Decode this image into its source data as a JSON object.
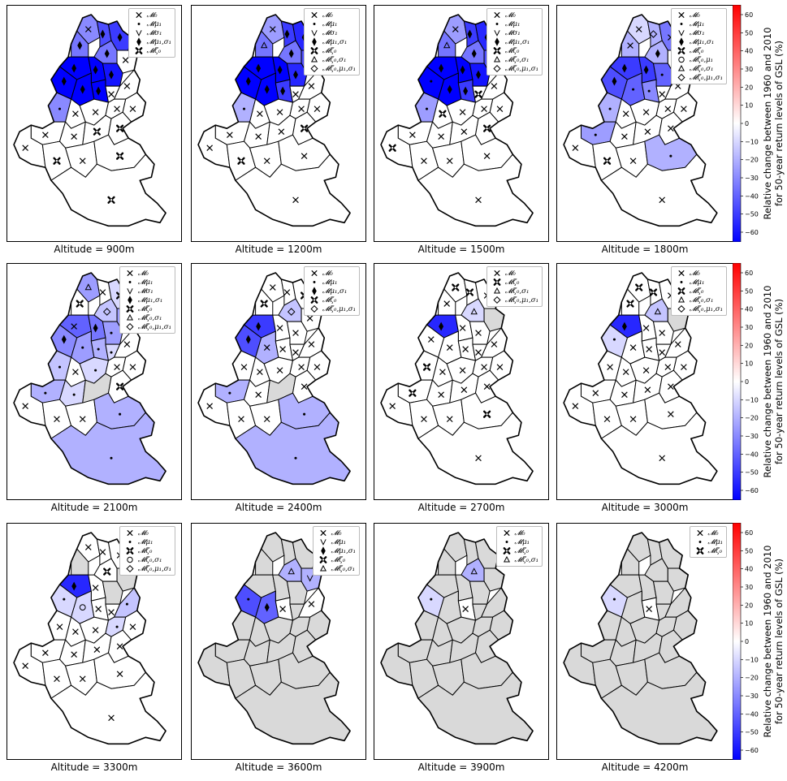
{
  "colors": {
    "negative": "#0000ff",
    "zero": "#ffffff",
    "positive": "#ff0000",
    "no_data": "#d9d9d9"
  },
  "colorbar": {
    "label_line1": "Relative change between 1960 and 2010",
    "label_line2": "for 50-year return levels of GSL (%)",
    "ticks": [
      "60",
      "50",
      "40",
      "30",
      "20",
      "10",
      "0",
      "−10",
      "−20",
      "−30",
      "−40",
      "−50",
      "−60"
    ]
  },
  "panels": [
    {
      "caption": "Altitude = 900m",
      "legend": [
        {
          "icon": "cross",
          "label": "𝓜₀"
        },
        {
          "icon": "dot",
          "label": "𝓜μ₁"
        },
        {
          "icon": "vee",
          "label": "𝓜σ₁"
        },
        {
          "icon": "diamond",
          "label": "𝓜μ₁,σ₁"
        },
        {
          "icon": "clover",
          "label": "𝓜ζ₀"
        }
      ]
    },
    {
      "caption": "Altitude = 1200m",
      "legend": [
        {
          "icon": "cross",
          "label": "𝓜₀"
        },
        {
          "icon": "dot",
          "label": "𝓜μ₁"
        },
        {
          "icon": "vee",
          "label": "𝓜σ₁"
        },
        {
          "icon": "diamond",
          "label": "𝓜μ₁,σ₁"
        },
        {
          "icon": "clover",
          "label": "𝓜ζ₀"
        },
        {
          "icon": "triangle",
          "label": "𝓜ζ₀,σ₁"
        },
        {
          "icon": "bigdiamond",
          "label": "𝓜ζ₀,μ₁,σ₁"
        }
      ]
    },
    {
      "caption": "Altitude = 1500m",
      "legend": [
        {
          "icon": "cross",
          "label": "𝓜₀"
        },
        {
          "icon": "dot",
          "label": "𝓜μ₁"
        },
        {
          "icon": "vee",
          "label": "𝓜σ₁"
        },
        {
          "icon": "diamond",
          "label": "𝓜μ₁,σ₁"
        },
        {
          "icon": "clover",
          "label": "𝓜ζ₀"
        },
        {
          "icon": "triangle",
          "label": "𝓜ζ₀,σ₁"
        },
        {
          "icon": "bigdiamond",
          "label": "𝓜ζ₀,μ₁,σ₁"
        }
      ]
    },
    {
      "caption": "Altitude = 1800m",
      "legend": [
        {
          "icon": "cross",
          "label": "𝓜₀"
        },
        {
          "icon": "dot",
          "label": "𝓜μ₁"
        },
        {
          "icon": "vee",
          "label": "𝓜σ₁"
        },
        {
          "icon": "diamond",
          "label": "𝓜μ₁,σ₁"
        },
        {
          "icon": "clover",
          "label": "𝓜ζ₀"
        },
        {
          "icon": "circle",
          "label": "𝓜ζ₀,μ₁"
        },
        {
          "icon": "triangle",
          "label": "𝓜ζ₀,σ₁"
        },
        {
          "icon": "bigdiamond",
          "label": "𝓜ζ₀,μ₁,σ₁"
        }
      ]
    },
    {
      "caption": "Altitude = 2100m",
      "legend": [
        {
          "icon": "cross",
          "label": "𝓜₀"
        },
        {
          "icon": "dot",
          "label": "𝓜μ₁"
        },
        {
          "icon": "vee",
          "label": "𝓜σ₁"
        },
        {
          "icon": "diamond",
          "label": "𝓜μ₁,σ₁"
        },
        {
          "icon": "clover",
          "label": "𝓜ζ₀"
        },
        {
          "icon": "triangle",
          "label": "𝓜ζ₀,σ₁"
        },
        {
          "icon": "bigdiamond",
          "label": "𝓜ζ₀,μ₁,σ₁"
        }
      ]
    },
    {
      "caption": "Altitude = 2400m",
      "legend": [
        {
          "icon": "cross",
          "label": "𝓜₀"
        },
        {
          "icon": "dot",
          "label": "𝓜μ₁"
        },
        {
          "icon": "diamond",
          "label": "𝓜μ₁,σ₁"
        },
        {
          "icon": "clover",
          "label": "𝓜ζ₀"
        },
        {
          "icon": "bigdiamond",
          "label": "𝓜ζ₀,μ₁,σ₁"
        }
      ]
    },
    {
      "caption": "Altitude = 2700m",
      "legend": [
        {
          "icon": "cross",
          "label": "𝓜₀"
        },
        {
          "icon": "clover",
          "label": "𝓜ζ₀"
        },
        {
          "icon": "triangle",
          "label": "𝓜ζ₀,σ₁"
        },
        {
          "icon": "bigdiamond",
          "label": "𝓜ζ₀,μ₁,σ₁"
        }
      ]
    },
    {
      "caption": "Altitude = 3000m",
      "legend": [
        {
          "icon": "cross",
          "label": "𝓜₀"
        },
        {
          "icon": "dot",
          "label": "𝓜μ₁"
        },
        {
          "icon": "clover",
          "label": "𝓜ζ₀"
        },
        {
          "icon": "triangle",
          "label": "𝓜ζ₀,σ₁"
        },
        {
          "icon": "bigdiamond",
          "label": "𝓜ζ₀,μ₁,σ₁"
        }
      ]
    },
    {
      "caption": "Altitude = 3300m",
      "legend": [
        {
          "icon": "cross",
          "label": "𝓜₀"
        },
        {
          "icon": "dot",
          "label": "𝓜μ₁"
        },
        {
          "icon": "clover",
          "label": "𝓜ζ₀"
        },
        {
          "icon": "circle",
          "label": "𝓜ζ₀,σ₁"
        },
        {
          "icon": "bigdiamond",
          "label": "𝓜ζ₀,μ₁,σ₁"
        }
      ]
    },
    {
      "caption": "Altitude = 3600m",
      "legend": [
        {
          "icon": "cross",
          "label": "𝓜₀"
        },
        {
          "icon": "vee",
          "label": "𝓜μ₁"
        },
        {
          "icon": "diamond",
          "label": "𝓜μ₁,σ₁"
        },
        {
          "icon": "clover",
          "label": "𝓜ζ₀"
        },
        {
          "icon": "triangle",
          "label": "𝓜ζ₀,σ₁"
        }
      ]
    },
    {
      "caption": "Altitude = 3900m",
      "legend": [
        {
          "icon": "cross",
          "label": "𝓜₀"
        },
        {
          "icon": "dot",
          "label": "𝓜μ₁"
        },
        {
          "icon": "clover",
          "label": "𝓜ζ₀"
        },
        {
          "icon": "triangle",
          "label": "𝓜ζ₀,σ₁"
        }
      ]
    },
    {
      "caption": "Altitude = 4200m",
      "legend": [
        {
          "icon": "cross",
          "label": "𝓜₀"
        },
        {
          "icon": "dot",
          "label": "𝓜μ₁"
        },
        {
          "icon": "clover",
          "label": "𝓜ζ₀"
        }
      ]
    }
  ],
  "regions": [
    {
      "id": "A",
      "markers": [
        "cross",
        "cross",
        "cross",
        "cross",
        "triangle",
        "cross",
        "clover",
        "clover",
        "cross",
        "",
        "",
        ""
      ],
      "values": [
        -30,
        -25,
        -25,
        -10,
        -25,
        0,
        0,
        0,
        0,
        "na",
        "na",
        "na"
      ]
    },
    {
      "id": "B",
      "markers": [
        "diamond",
        "diamond",
        "diamond",
        "bigdiamond",
        "cross",
        "cross",
        "clover",
        "clover",
        "cross",
        "",
        "",
        ""
      ],
      "values": [
        -45,
        -50,
        -50,
        -20,
        0,
        0,
        0,
        0,
        0,
        "na",
        "na",
        "na"
      ]
    },
    {
      "id": "C",
      "markers": [
        "diamond",
        "diamond",
        "diamond",
        "cross",
        "clover",
        "clover",
        "cross",
        "cross",
        "cross",
        "",
        "",
        ""
      ],
      "values": [
        -50,
        -55,
        -55,
        -35,
        -10,
        0,
        0,
        0,
        0,
        "na",
        "na",
        "na"
      ]
    },
    {
      "id": "D",
      "markers": [
        "diamond",
        "triangle",
        "triangle",
        "cross",
        "clover",
        "clover",
        "cross",
        "clover",
        "",
        "",
        "",
        ""
      ],
      "values": [
        -35,
        -35,
        -35,
        -20,
        0,
        0,
        0,
        0,
        "na",
        "na",
        "na",
        "na"
      ]
    },
    {
      "id": "E",
      "markers": [
        "diamond",
        "diamond",
        "diamond",
        "diamond",
        "bigdiamond",
        "bigdiamond",
        "triangle",
        "triangle",
        "clover",
        "triangle",
        "triangle",
        ""
      ],
      "values": [
        -35,
        -35,
        -35,
        -20,
        -15,
        -15,
        -10,
        -15,
        0,
        -20,
        -20,
        "na"
      ]
    },
    {
      "id": "F",
      "markers": [
        "cross",
        "diamond",
        "diamond",
        "cross",
        "vee",
        "cross",
        "",
        "",
        "",
        "vee",
        "",
        ""
      ],
      "values": [
        0,
        -45,
        -45,
        0,
        -25,
        0,
        "na",
        "na",
        "na",
        "-20",
        "na",
        "na"
      ]
    },
    {
      "id": "G",
      "markers": [
        "diamond",
        "diamond",
        "diamond",
        "diamond",
        "cross",
        "diamond",
        "diamond",
        "diamond",
        "diamond",
        "",
        "",
        ""
      ],
      "values": [
        -75,
        -70,
        -70,
        -50,
        -40,
        -50,
        -55,
        -55,
        -55,
        "na",
        "na",
        "na"
      ]
    },
    {
      "id": "H",
      "markers": [
        "diamond",
        "diamond",
        "diamond",
        "diamond",
        "diamond",
        "cross",
        "cross",
        "cross",
        "cross",
        "",
        "",
        ""
      ],
      "values": [
        -70,
        -70,
        -70,
        -50,
        -35,
        0,
        0,
        0,
        0,
        "na",
        "na",
        "na"
      ]
    },
    {
      "id": "I",
      "markers": [
        "diamond",
        "diamond",
        "diamond",
        "dot",
        "dot",
        "cross",
        "cross",
        "cross",
        "",
        "",
        "",
        ""
      ],
      "values": [
        -60,
        -55,
        -60,
        -40,
        -25,
        0,
        0,
        0,
        "na",
        "na",
        "na",
        "na"
      ]
    },
    {
      "id": "J",
      "markers": [
        "diamond",
        "diamond",
        "dot",
        "diamond",
        "diamond",
        "diamond",
        "cross",
        "dot",
        "dot",
        "dot",
        "dot",
        "dot"
      ],
      "values": [
        -70,
        -65,
        -65,
        -45,
        -30,
        -45,
        0,
        -10,
        -10,
        -45,
        -10,
        -10
      ]
    },
    {
      "id": "K",
      "markers": [
        "diamond",
        "diamond",
        "diamond",
        "dot",
        "dot",
        "cross",
        "cross",
        "cross",
        "circle",
        "diamond",
        "",
        ""
      ],
      "values": [
        -70,
        -65,
        -65,
        -40,
        -25,
        -20,
        0,
        0,
        -10,
        -40,
        "na",
        "na"
      ]
    },
    {
      "id": "L",
      "markers": [
        "diamond",
        "diamond",
        "diamond",
        "dot",
        "dot",
        "cross",
        "cross",
        "cross",
        "cross",
        "cross",
        "cross",
        "cross"
      ],
      "values": [
        -65,
        -50,
        -50,
        -30,
        -20,
        0,
        0,
        0,
        0,
        0,
        0,
        0
      ]
    },
    {
      "id": "M",
      "markers": [
        "cross",
        "cross",
        "cross",
        "cross",
        "cross",
        "cross",
        "cross",
        "cross",
        "dot",
        "cross",
        "",
        ""
      ],
      "values": [
        0,
        0,
        0,
        0,
        0,
        0,
        0,
        0,
        -15,
        0,
        "na",
        "na"
      ]
    },
    {
      "id": "N",
      "markers": [
        "cross",
        "cross",
        "clover",
        "cross",
        "dot",
        "cross",
        "cross",
        "cross",
        "cross",
        "",
        "",
        ""
      ],
      "values": [
        0,
        0,
        0,
        0,
        -10,
        0,
        0,
        0,
        0,
        "na",
        "na",
        "na"
      ]
    },
    {
      "id": "O",
      "markers": [
        "cross",
        "cross",
        "cross",
        "cross",
        "cross",
        "cross",
        "cross",
        "cross",
        "cross",
        "",
        "",
        ""
      ],
      "values": [
        0,
        0,
        0,
        0,
        0,
        0,
        0,
        0,
        0,
        "na",
        "na",
        "na"
      ]
    },
    {
      "id": "P",
      "markers": [
        "dot",
        "dot",
        "dot",
        "dot",
        "dot",
        "cross",
        "clover",
        "cross",
        "cross",
        "",
        "",
        ""
      ],
      "values": [
        -30,
        -20,
        -25,
        -20,
        -15,
        0,
        0,
        0,
        0,
        "na",
        "na",
        "na"
      ]
    },
    {
      "id": "Q",
      "markers": [
        "cross",
        "cross",
        "clover",
        "cross",
        "cross",
        "cross",
        "cross",
        "cross",
        "cross",
        "",
        "",
        ""
      ],
      "values": [
        0,
        0,
        0,
        0,
        0,
        0,
        0,
        0,
        0,
        "na",
        "na",
        "na"
      ]
    },
    {
      "id": "R",
      "markers": [
        "cross",
        "cross",
        "cross",
        "cross",
        "dot",
        "cross",
        "cross",
        "cross",
        "cross",
        "",
        "",
        ""
      ],
      "values": [
        0,
        0,
        0,
        0,
        -10,
        0,
        0,
        0,
        0,
        "na",
        "na",
        "na"
      ]
    },
    {
      "id": "S",
      "markers": [
        "cross",
        "cross",
        "cross",
        "cross",
        "cross",
        "cross",
        "cross",
        "cross",
        "dot",
        "",
        "",
        ""
      ],
      "values": [
        0,
        0,
        0,
        0,
        0,
        0,
        0,
        0,
        -10,
        "na",
        "na",
        "na"
      ]
    },
    {
      "id": "T",
      "markers": [
        "cross",
        "cross",
        "cross",
        "dot",
        "dot",
        "dot",
        "clover",
        "cross",
        "cross",
        "",
        "",
        ""
      ],
      "values": [
        0,
        0,
        0,
        -25,
        -20,
        -20,
        0,
        0,
        0,
        "na",
        "na",
        "na"
      ]
    },
    {
      "id": "U",
      "markers": [
        "cross",
        "cross",
        "cross",
        "cross",
        "dot",
        "cross",
        "cross",
        "cross",
        "cross",
        "",
        "",
        ""
      ],
      "values": [
        0,
        0,
        0,
        0,
        -10,
        0,
        0,
        0,
        0,
        "na",
        "na",
        "na"
      ]
    },
    {
      "id": "V",
      "markers": [
        "clover",
        "cross",
        "cross",
        "cross",
        "",
        "",
        "cross",
        "cross",
        "cross",
        "",
        "",
        ""
      ],
      "values": [
        0,
        0,
        0,
        0,
        "na",
        "na",
        0,
        0,
        0,
        "na",
        "na",
        "na"
      ]
    },
    {
      "id": "W",
      "markers": [
        "clover",
        "clover",
        "clover",
        "cross",
        "clover",
        "cross",
        "cross",
        "cross",
        "cross",
        "",
        "",
        ""
      ],
      "values": [
        0,
        0,
        0,
        0,
        0,
        0,
        0,
        0,
        0,
        "na",
        "na",
        "na"
      ]
    },
    {
      "id": "X",
      "markers": [
        "cross",
        "cross",
        "clover",
        "cross",
        "cross",
        "cross",
        "cross",
        "cross",
        "cross",
        "",
        "",
        ""
      ],
      "values": [
        0,
        0,
        0,
        0,
        0,
        0,
        0,
        0,
        0,
        "na",
        "na",
        "na"
      ]
    },
    {
      "id": "Y",
      "markers": [
        "clover",
        "clover",
        "cross",
        "clover",
        "cross",
        "cross",
        "cross",
        "cross",
        "cross",
        "",
        "",
        ""
      ],
      "values": [
        0,
        0,
        0,
        0,
        0,
        0,
        0,
        0,
        0,
        "na",
        "na",
        "na"
      ]
    },
    {
      "id": "Z",
      "markers": [
        "cross",
        "cross",
        "cross",
        "cross",
        "cross",
        "cross",
        "cross",
        "cross",
        "cross",
        "",
        "",
        ""
      ],
      "values": [
        0,
        0,
        0,
        0,
        0,
        0,
        0,
        0,
        0,
        "na",
        "na",
        "na"
      ]
    },
    {
      "id": "AA",
      "markers": [
        "clover",
        "cross",
        "cross",
        "dot",
        "dot",
        "dot",
        "clover",
        "cross",
        "cross",
        "",
        "",
        ""
      ],
      "values": [
        0,
        0,
        0,
        -20,
        -20,
        -20,
        0,
        0,
        0,
        "na",
        "na",
        "na"
      ]
    },
    {
      "id": "AB",
      "markers": [
        "clover",
        "cross",
        "cross",
        "cross",
        "dot",
        "dot",
        "cross",
        "cross",
        "cross",
        "",
        "",
        ""
      ],
      "values": [
        0,
        0,
        0,
        0,
        -20,
        -20,
        0,
        0,
        0,
        "na",
        "na",
        "na"
      ]
    }
  ]
}
